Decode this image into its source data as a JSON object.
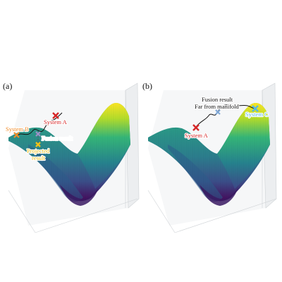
{
  "panels": [
    {
      "id": "a",
      "panel_label": "(a)",
      "annotations": {
        "system_b": "System B",
        "system_a": "System A",
        "fusion_result": "Fusion result",
        "projected_result_line1": "Projected",
        "projected_result_line2": "result"
      }
    },
    {
      "id": "b",
      "panel_label": "(b)",
      "annotations": {
        "fusion_result": "Fusion result",
        "far_from_manifold": "Far from manifold",
        "system_a": "System A",
        "system_c": "System C"
      }
    }
  ],
  "colors": {
    "system_b": "#f28c28",
    "system_a": "#d62728",
    "fusion_result": "#9e8fc7",
    "projected_result": "#f2c018",
    "system_c": "#5bb8e0",
    "fusion_result_b": "#7fa7d6",
    "surface_colormap": [
      "#440154",
      "#3b528b",
      "#21918c",
      "#5ec962",
      "#fde725"
    ]
  }
}
